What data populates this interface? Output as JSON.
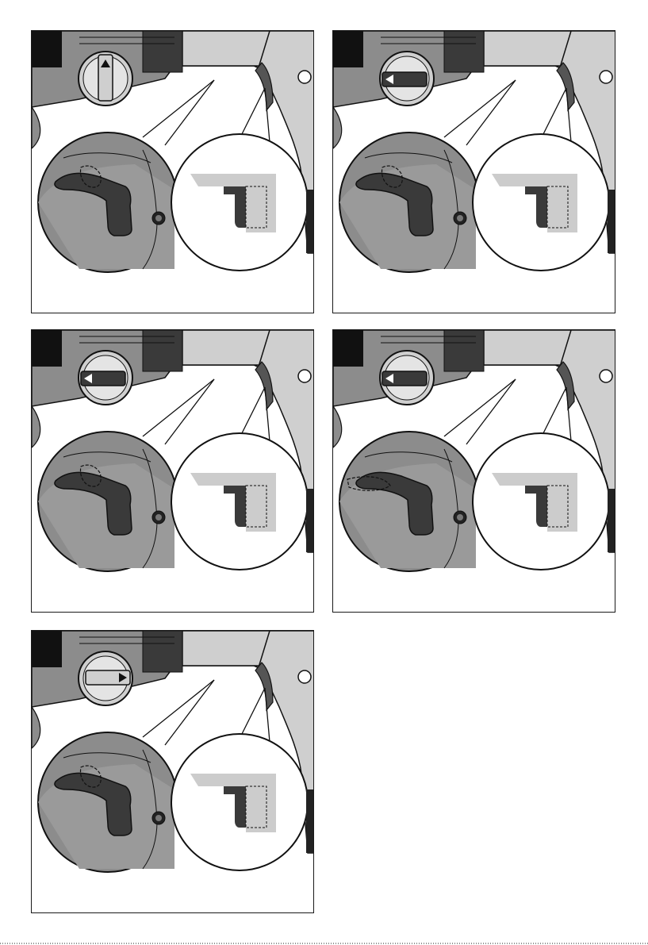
{
  "figure": {
    "panels": [
      {
        "id": "panel-1",
        "selector_state": "up",
        "lever_shadow": "out"
      },
      {
        "id": "panel-2",
        "selector_state": "left",
        "lever_shadow": "out"
      },
      {
        "id": "panel-3",
        "selector_state": "left",
        "lever_shadow": "out"
      },
      {
        "id": "panel-4",
        "selector_state": "left",
        "lever_shadow": "left"
      },
      {
        "id": "panel-5",
        "selector_state": "right",
        "lever_shadow": "out"
      }
    ],
    "colors": {
      "outline": "#111111",
      "tool_dark": "#3a3a3a",
      "tool_mid": "#8c8c8c",
      "tool_light": "#cfcfcf",
      "shadow_fill": "#cccccc",
      "trigger_dark": "#555555"
    },
    "icons": [
      "mode-selector-knob",
      "trigger-lever",
      "zoom-circle"
    ]
  }
}
